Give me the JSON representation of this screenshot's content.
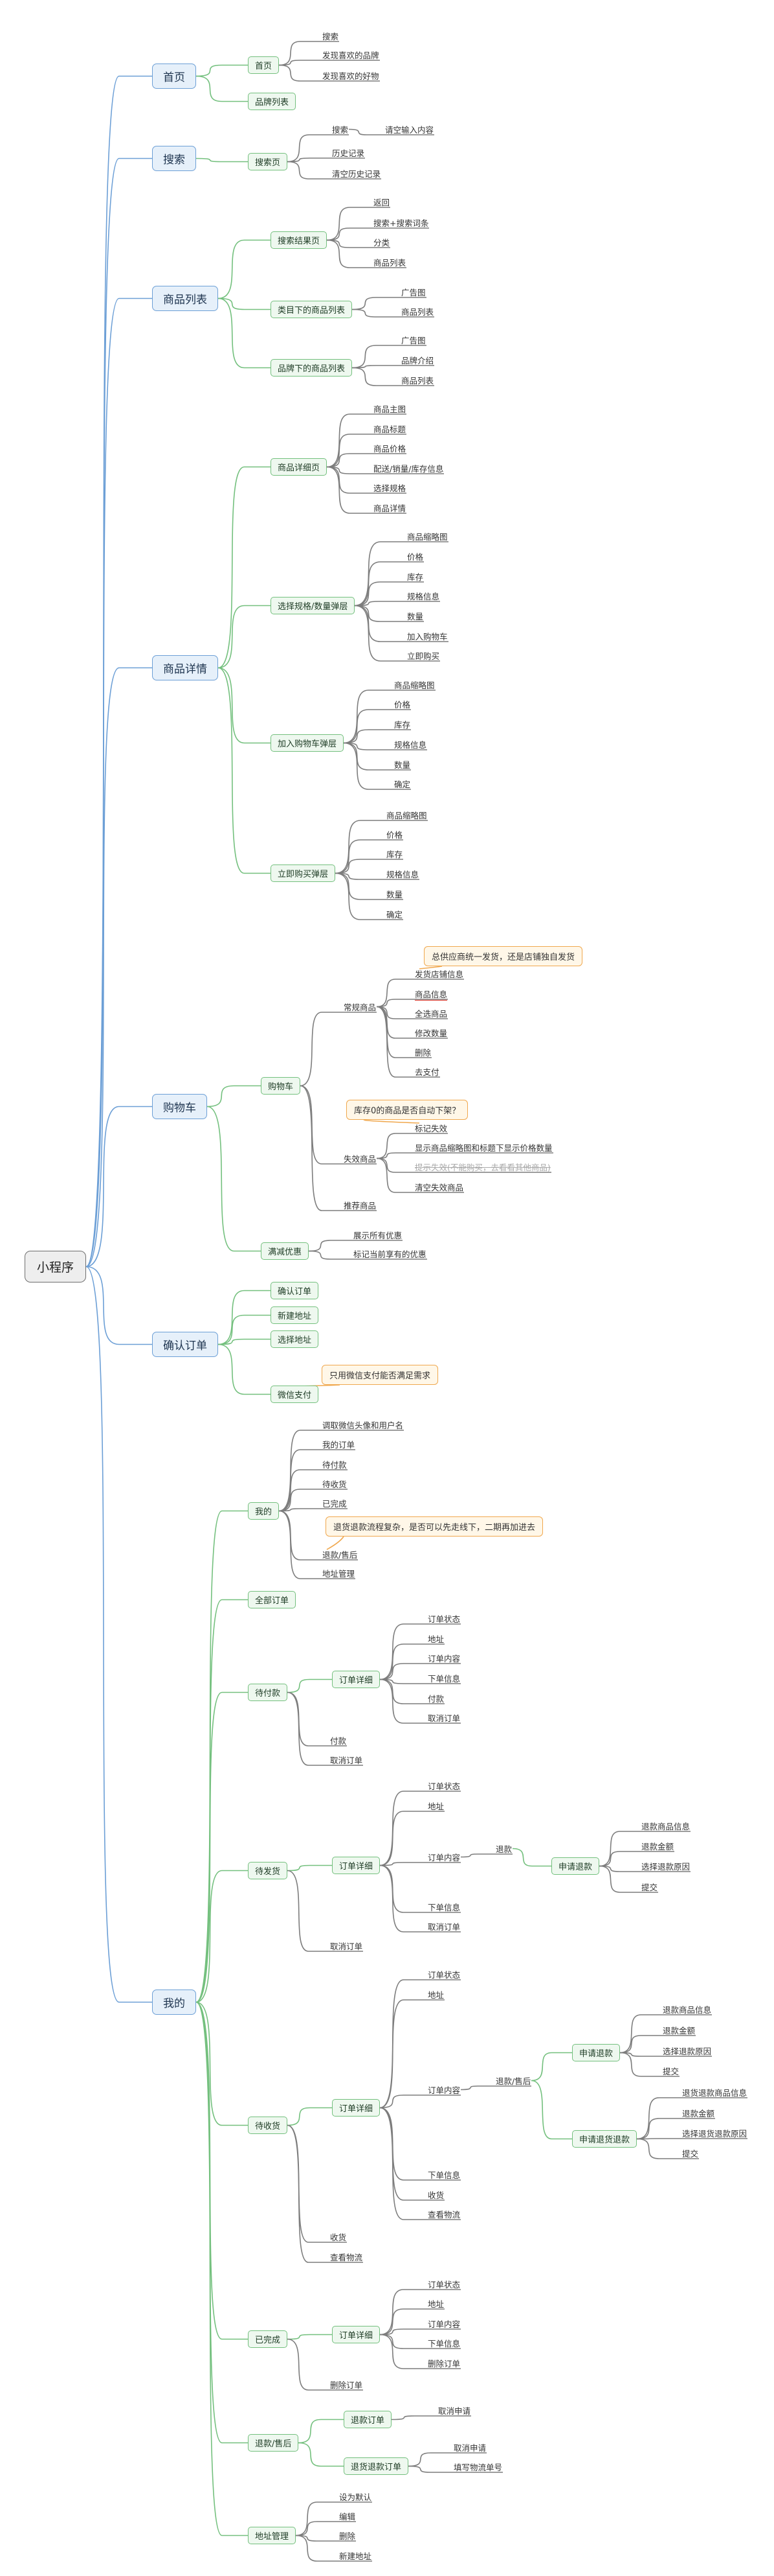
{
  "mindmap": {
    "root": "小程序",
    "colors": {
      "edge_main": "#6c9fd6",
      "edge_sub": "#74c07e",
      "edge_leaf": "#7d7d7d",
      "note_border": "#f0a84e",
      "highlight": "#e0382d"
    },
    "nodes": {
      "root": "小程序",
      "home": "首页",
      "home_page": "首页",
      "home_search": "搜索",
      "home_fav_brand": "发现喜欢的品牌",
      "home_fav_item": "发现喜欢的好物",
      "home_brand_list": "品牌列表",
      "search": "搜索",
      "search_page": "搜索页",
      "search_search": "搜索",
      "search_placeholder": "请空输入内容",
      "search_history": "历史记录",
      "search_clear": "清空历史记录",
      "list": "商品列表",
      "list_result": "搜索结果页",
      "list_result_back": "返回",
      "list_result_search": "搜索+搜索词条",
      "list_result_cat": "分类",
      "list_result_list": "商品列表",
      "list_category": "类目下的商品列表",
      "list_category_ad": "广告图",
      "list_category_list": "商品列表",
      "list_brand": "品牌下的商品列表",
      "list_brand_ad": "广告图",
      "list_brand_intro": "品牌介绍",
      "list_brand_list": "商品列表",
      "detail": "商品详情",
      "detail_page": "商品详细页",
      "detail_main": "商品主图",
      "detail_title": "商品标题",
      "detail_price": "商品价格",
      "detail_ship": "配送/销量/库存信息",
      "detail_spec": "选择规格",
      "detail_desc": "商品详情",
      "spec_popup": "选择规格/数量弹层",
      "spec_thumb": "商品缩略图",
      "spec_price": "价格",
      "spec_stock": "库存",
      "spec_info": "规格信息",
      "spec_qty": "数量",
      "spec_add": "加入购物车",
      "spec_buy": "立即购买",
      "cart_popup": "加入购物车弹层",
      "cart_thumb": "商品缩略图",
      "cart_price": "价格",
      "cart_stock": "库存",
      "cart_info": "规格信息",
      "cart_qty": "数量",
      "cart_ok": "确定",
      "buy_popup": "立即购买弹层",
      "buy_thumb": "商品缩略图",
      "buy_price": "价格",
      "buy_stock": "库存",
      "buy_info": "规格信息",
      "buy_qty": "数量",
      "buy_ok": "确定",
      "cart": "购物车",
      "cart_page": "购物车",
      "normal_goods": "常规商品",
      "normal_ship": "发货店铺信息",
      "normal_info": "商品信息",
      "normal_all": "全选商品",
      "normal_qty": "修改数量",
      "normal_del": "删除",
      "normal_pay": "去支付",
      "invalid_goods": "失效商品",
      "invalid_mark": "标记失效",
      "invalid_show": "显示商品缩略图和标题下显示价格数量",
      "invalid_strike": "提示失效(不能购买，去看看其他商品)",
      "invalid_clear": "清空失效商品",
      "recommend": "推荐商品",
      "promo": "满减优惠",
      "promo_show": "展示所有优惠",
      "promo_mark": "标记当前享有的优惠",
      "confirm": "确认订单",
      "confirm_order": "确认订单",
      "confirm_addr": "新建地址",
      "confirm_pick": "选择地址",
      "confirm_wx": "微信支付",
      "mine": "我的",
      "mine_me": "我的",
      "me_auth": "调取微信头像和用户名",
      "me_orders": "我的订单",
      "me_unpaid": "待付款",
      "me_unrecv": "待收货",
      "me_done": "已完成",
      "me_refund": "退款/售后",
      "me_addr": "地址管理",
      "all_orders": "全部订单",
      "unpaid": "待付款",
      "unpaid_detail": "订单详细",
      "unpaid_status": "订单状态",
      "unpaid_addr": "地址",
      "unpaid_content": "订单内容",
      "unpaid_info": "下单信息",
      "unpaid_pay": "付款",
      "unpaid_cancel": "取消订单",
      "unpaid_pay2": "付款",
      "unpaid_cancel2": "取消订单",
      "unship": "待发货",
      "unship_detail": "订单详细",
      "unship_status": "订单状态",
      "unship_addr": "地址",
      "unship_content": "订单内容",
      "unship_refund": "退款",
      "unship_apply": "申请退款",
      "unship_apply_info": "退款商品信息",
      "unship_apply_amount": "退款金额",
      "unship_apply_reason": "选择退款原因",
      "unship_apply_submit": "提交",
      "unship_info": "下单信息",
      "unship_cancel": "取消订单",
      "unship_cancel2": "取消订单",
      "unrecv": "待收货",
      "unrecv_detail": "订单详细",
      "unrecv_status": "订单状态",
      "unrecv_addr": "地址",
      "unrecv_content": "订单内容",
      "unrecv_aftersale": "退款/售后",
      "unrecv_refund": "申请退款",
      "unrecv_refund_info": "退款商品信息",
      "unrecv_refund_amount": "退款金额",
      "unrecv_refund_reason": "选择退款原因",
      "unrecv_refund_submit": "提交",
      "unrecv_return": "申请退货退款",
      "unrecv_return_info": "退货退款商品信息",
      "unrecv_return_amount": "退款金额",
      "unrecv_return_reason": "选择退货退款原因",
      "unrecv_return_submit": "提交",
      "unrecv_info": "下单信息",
      "unrecv_recv": "收货",
      "unrecv_logistics": "查看物流",
      "unrecv_recv2": "收货",
      "unrecv_logistics2": "查看物流",
      "finished": "已完成",
      "finished_detail": "订单详细",
      "finished_status": "订单状态",
      "finished_addr": "地址",
      "finished_content": "订单内容",
      "finished_info": "下单信息",
      "finished_del": "删除订单",
      "finished_del2": "删除订单",
      "aftersale": "退款/售后",
      "as_refund": "退款订单",
      "as_refund_cancel": "取消申请",
      "as_return": "退货退款订单",
      "as_return_cancel": "取消申请",
      "as_return_fill": "填写物流单号",
      "addr_mgmt": "地址管理",
      "addr_default": "设为默认",
      "addr_edit": "编辑",
      "addr_del": "删除",
      "addr_new": "新建地址"
    },
    "notes": {
      "note_ship": "总供应商统一发货，还是店铺独自发货",
      "note_invalid": "库存0的商品是否自动下架？",
      "note_wx": "只用微信支付能否满足需求",
      "note_refund": "退货退款流程复杂，是否可以先走线下，二期再加进去"
    }
  }
}
